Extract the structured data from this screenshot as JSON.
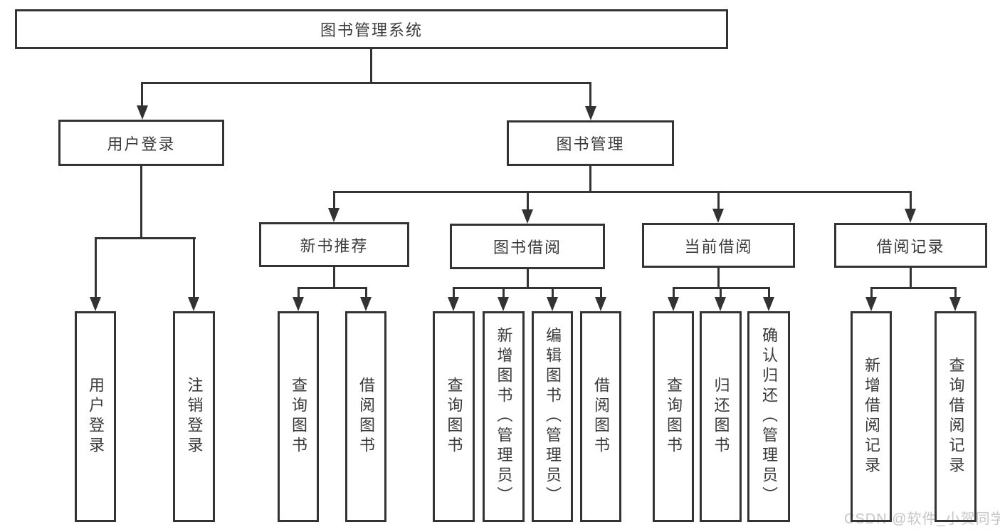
{
  "diagram": {
    "root": "图书管理系统",
    "level2": {
      "user_login": "用户登录",
      "book_mgmt": "图书管理"
    },
    "level3": {
      "new_books": "新书推荐",
      "book_borrow": "图书借阅",
      "current_borrow": "当前借阅",
      "borrow_records": "借阅记录"
    },
    "leaves": {
      "user_login": [
        "用户登录",
        "注销登录"
      ],
      "new_books": [
        "查询图书",
        "借阅图书"
      ],
      "book_borrow": [
        "查询图书",
        "新增图书（管理员）",
        "编辑图书（管理员）",
        "借阅图书"
      ],
      "current_borrow": [
        "查询图书",
        "归还图书",
        "确认归还（管理员）"
      ],
      "borrow_records": [
        "新增借阅记录",
        "查询借阅记录"
      ]
    },
    "watermark": "CSDN @软件_小贺同学",
    "colors": {
      "line": "#333333",
      "text": "#3a3a3a",
      "watermark": "#c6c6c6",
      "background": "#ffffff"
    }
  }
}
